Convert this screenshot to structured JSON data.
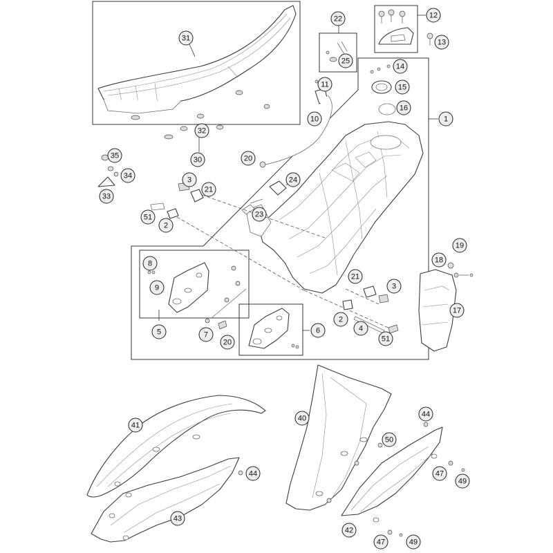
{
  "callouts": [
    {
      "id": "c31",
      "label": "31"
    },
    {
      "id": "c32",
      "label": "32"
    },
    {
      "id": "c30",
      "label": "30"
    },
    {
      "id": "c35",
      "label": "35"
    },
    {
      "id": "c34",
      "label": "34"
    },
    {
      "id": "c33",
      "label": "33"
    },
    {
      "id": "c22",
      "label": "22"
    },
    {
      "id": "c25",
      "label": "25"
    },
    {
      "id": "c12",
      "label": "12"
    },
    {
      "id": "c13",
      "label": "13"
    },
    {
      "id": "c14",
      "label": "14"
    },
    {
      "id": "c15",
      "label": "15"
    },
    {
      "id": "c16",
      "label": "16"
    },
    {
      "id": "c11",
      "label": "11"
    },
    {
      "id": "c10",
      "label": "10"
    },
    {
      "id": "c1",
      "label": "1"
    },
    {
      "id": "c20a",
      "label": "20"
    },
    {
      "id": "c3a",
      "label": "3"
    },
    {
      "id": "c21a",
      "label": "21"
    },
    {
      "id": "c24",
      "label": "24"
    },
    {
      "id": "c23",
      "label": "23"
    },
    {
      "id": "c51a",
      "label": "51"
    },
    {
      "id": "c2a",
      "label": "2"
    },
    {
      "id": "c8",
      "label": "8"
    },
    {
      "id": "c9",
      "label": "9"
    },
    {
      "id": "c5",
      "label": "5"
    },
    {
      "id": "c7",
      "label": "7"
    },
    {
      "id": "c20b",
      "label": "20"
    },
    {
      "id": "c6",
      "label": "6"
    },
    {
      "id": "c21b",
      "label": "21"
    },
    {
      "id": "c3b",
      "label": "3"
    },
    {
      "id": "c2b",
      "label": "2"
    },
    {
      "id": "c4",
      "label": "4"
    },
    {
      "id": "c51b",
      "label": "51"
    },
    {
      "id": "c19",
      "label": "19"
    },
    {
      "id": "c18",
      "label": "18"
    },
    {
      "id": "c17",
      "label": "17"
    },
    {
      "id": "c41",
      "label": "41"
    },
    {
      "id": "c44a",
      "label": "44"
    },
    {
      "id": "c43",
      "label": "43"
    },
    {
      "id": "c40",
      "label": "40"
    },
    {
      "id": "c44b",
      "label": "44"
    },
    {
      "id": "c50",
      "label": "50"
    },
    {
      "id": "c47a",
      "label": "47"
    },
    {
      "id": "c49a",
      "label": "49"
    },
    {
      "id": "c42",
      "label": "42"
    },
    {
      "id": "c47b",
      "label": "47"
    },
    {
      "id": "c49b",
      "label": "49"
    }
  ]
}
